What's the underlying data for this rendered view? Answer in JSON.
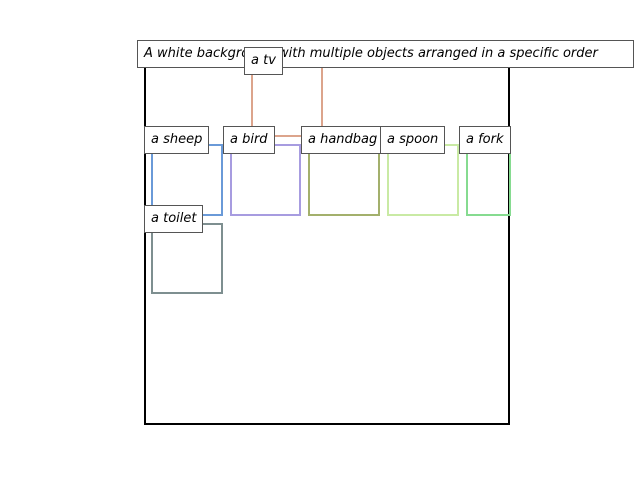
{
  "caption": "A white background with multiple objects arranged in a specific order",
  "objects": [
    {
      "label": "a tv",
      "color": "#dca48c"
    },
    {
      "label": "a sheep",
      "color": "#6a9ad8"
    },
    {
      "label": "a bird",
      "color": "#a79ce0"
    },
    {
      "label": "a handbag",
      "color": "#a3b06c"
    },
    {
      "label": "a spoon",
      "color": "#c9eaa4"
    },
    {
      "label": "a fork",
      "color": "#86db90"
    },
    {
      "label": "a toilet",
      "color": "#7e8f90"
    }
  ]
}
